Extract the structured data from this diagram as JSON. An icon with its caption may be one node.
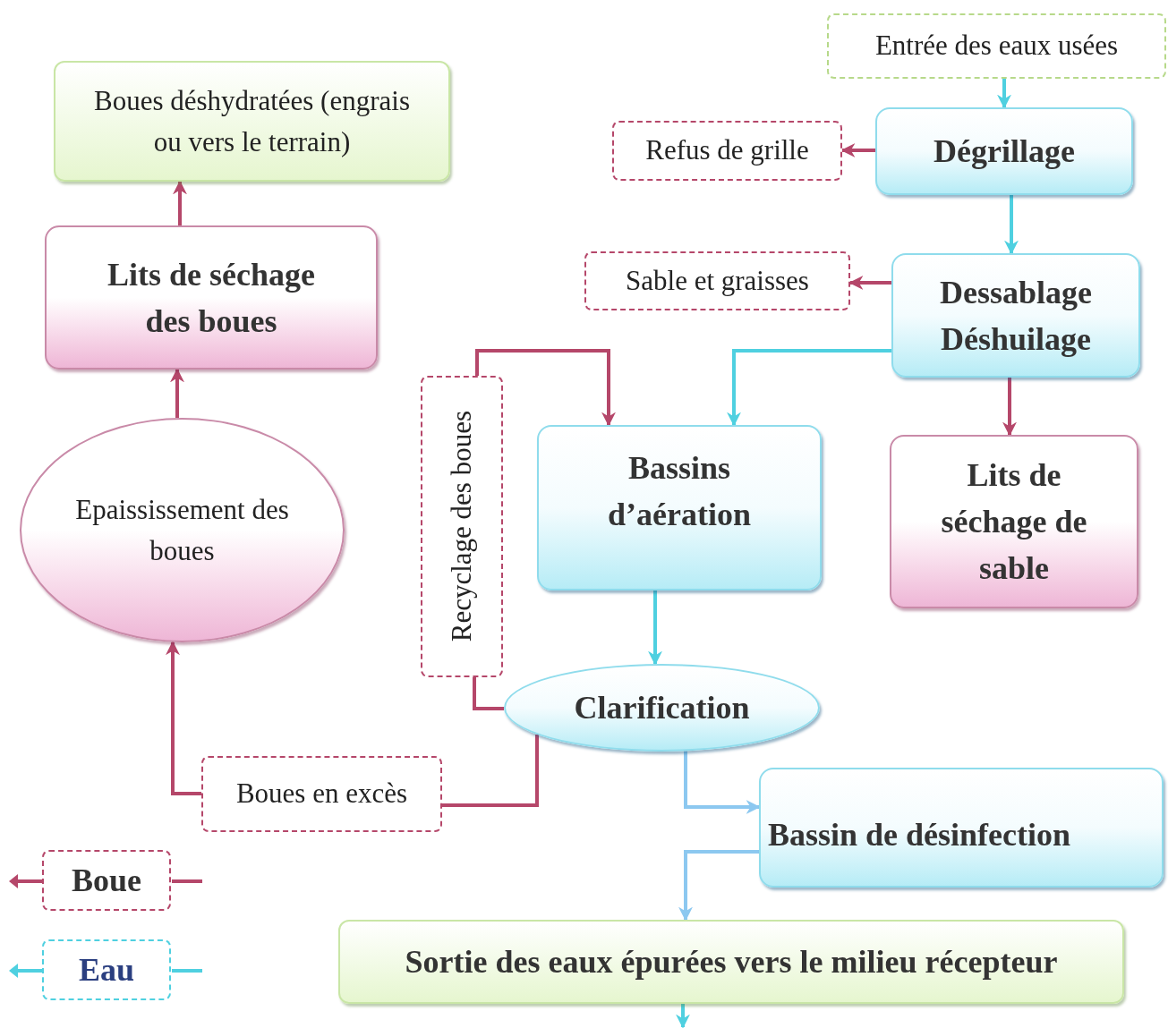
{
  "diagram": {
    "nodes": [
      {
        "text": [
          "Boues déshydratées (engrais ou vers le terrain)"
        ]
      },
      {
        "text": [
          "Lits de séchage des boues"
        ]
      },
      {
        "text": [
          "Epaississement des boues"
        ]
      },
      {
        "text": [
          "Entrée des eaux usées"
        ]
      },
      {
        "text": [
          "Refus de grille"
        ]
      },
      {
        "text": [
          "Dégrillage"
        ]
      },
      {
        "text": [
          "Sable et graisses"
        ]
      },
      {
        "text": [
          "Dessablage Déshuilage"
        ]
      },
      {
        "text": [
          "Recyclage des boues"
        ]
      },
      {
        "text": [
          "Bassins d’aération"
        ]
      },
      {
        "text": [
          "Lits de séchage de sable"
        ]
      },
      {
        "text": [
          "Clarification"
        ]
      },
      {
        "text": [
          "Boues en excès"
        ]
      },
      {
        "text": [
          "Bassin de désinfection"
        ]
      },
      {
        "text": [
          "Sortie des eaux épurées vers le milieu récepteur"
        ]
      }
    ],
    "edges": [
      {
        "from": 3,
        "to": 5,
        "arrow": "to",
        "color": "#4fd0e0"
      },
      {
        "from": 5,
        "to": 4,
        "arrow": "to"
      },
      {
        "from": 5,
        "to": 7,
        "arrow": "to",
        "color": "#4fd0e0"
      },
      {
        "from": 7,
        "to": 6,
        "arrow": "to"
      },
      {
        "from": 7,
        "to": 9,
        "arrow": "to",
        "color": "#4fd0e0"
      },
      {
        "from": 7,
        "to": 10,
        "arrow": "to"
      },
      {
        "from": 9,
        "to": 11,
        "arrow": "to",
        "color": "#4fd0e0"
      },
      {
        "from": 11,
        "to": 8,
        "arrow": "none"
      },
      {
        "from": 8,
        "to": 9,
        "arrow": "to"
      },
      {
        "from": 11,
        "to": 12,
        "arrow": "none"
      },
      {
        "from": 12,
        "to": 2,
        "arrow": "to"
      },
      {
        "from": 2,
        "to": 1,
        "arrow": "to"
      },
      {
        "from": 1,
        "to": 0,
        "arrow": "to"
      },
      {
        "from": 11,
        "to": 13,
        "arrow": "to",
        "color": "#8cc8f0"
      },
      {
        "from": 13,
        "to": 14,
        "arrow": "to",
        "color": "#8cc8f0"
      },
      {
        "from": 14,
        "to": null,
        "arrow": "to",
        "color": "#4fd0e0"
      }
    ],
    "legend": [
      {
        "text": "Boue",
        "color": "#b5476a"
      },
      {
        "text": "Eau",
        "color": "#4fd0e0"
      }
    ]
  }
}
